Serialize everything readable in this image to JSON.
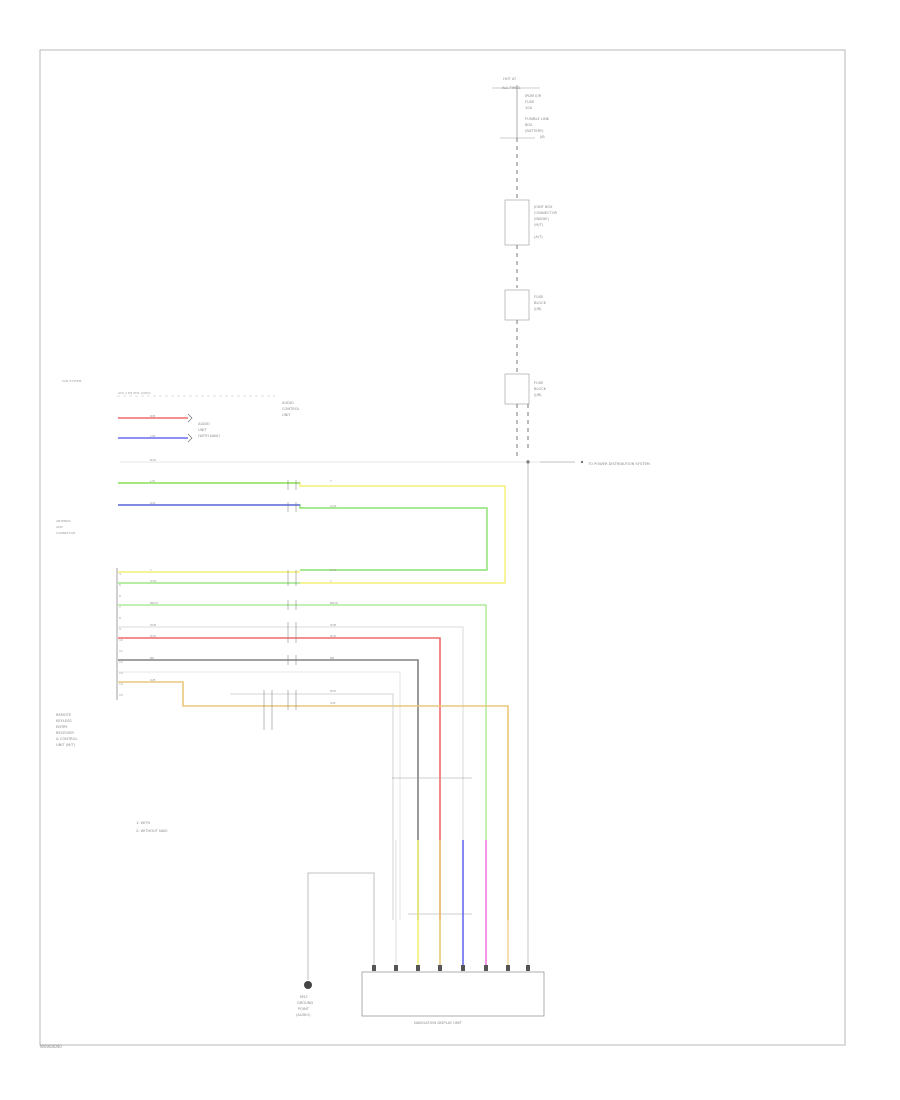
{
  "footer_code": "W0000000",
  "colors": {
    "red": "#f06a6a",
    "blue": "#6b6bf0",
    "yellow": "#f4f074",
    "green": "#8ae26b",
    "gray": "#808080",
    "orange": "#e8c878",
    "magenta": "#f07ae0",
    "light": "#c9c9c9"
  },
  "labels": {
    "fuse_block": [
      "HOT AT",
      "ALL TIMES",
      "IPDM E/R",
      "FUSE",
      "10A"
    ],
    "top_source": [
      "HOT AT ALL TIMES"
    ],
    "fuse_notes": [
      "FUSIBLE LINK",
      "BOX",
      "(BATTERY)",
      "J/B"
    ],
    "jb_unit": [
      "JOINT BOX",
      "CONNECTOR",
      "(INSIDE)",
      "(M/T)",
      "(A/T)"
    ],
    "fuse_2": [
      "FUSE",
      "BLOCK",
      "(J/B)"
    ],
    "fuse_3": [
      "FUSE",
      "BLOCK",
      "(J/B)"
    ],
    "power_feed": "TO POWER DISTRIBUTION SYSTEM",
    "top_left_header": "CAN SYSTEM",
    "harness_header": "AVC-1 M1 M31 AUDIO",
    "can_note": [
      "AUDIO",
      "UNIT",
      "(WITH NAVI)"
    ],
    "audio_loop": [
      "AUDIO",
      "CONTROL",
      "UNIT"
    ],
    "navi_unit": [
      "ANTENNA",
      "AMP",
      "CONNECTOR"
    ],
    "ecu_label": [
      "REMOTE",
      "KEYLESS",
      "ENTRY",
      "RECEIVER",
      "& CONTROL",
      "UNIT (M/T)"
    ],
    "legend_1": "1: WITH",
    "legend_2": "2: WITHOUT NAVI",
    "ground": [
      "M52",
      "GROUND",
      "POINT",
      "(AUDIO)"
    ],
    "bottom_box": "NAVIGATION DISPLAY UNIT",
    "left_pins": [
      "4",
      "5",
      "6",
      "7",
      "8",
      "9",
      "10",
      "11",
      "12",
      "13",
      "14",
      "15"
    ],
    "wire_codes": [
      "R/B",
      "L/W",
      "B/W",
      "L/R",
      "G/R",
      "Y",
      "G/W",
      "BR/W",
      "W/B",
      "R/W",
      "BR",
      "O/B"
    ]
  }
}
